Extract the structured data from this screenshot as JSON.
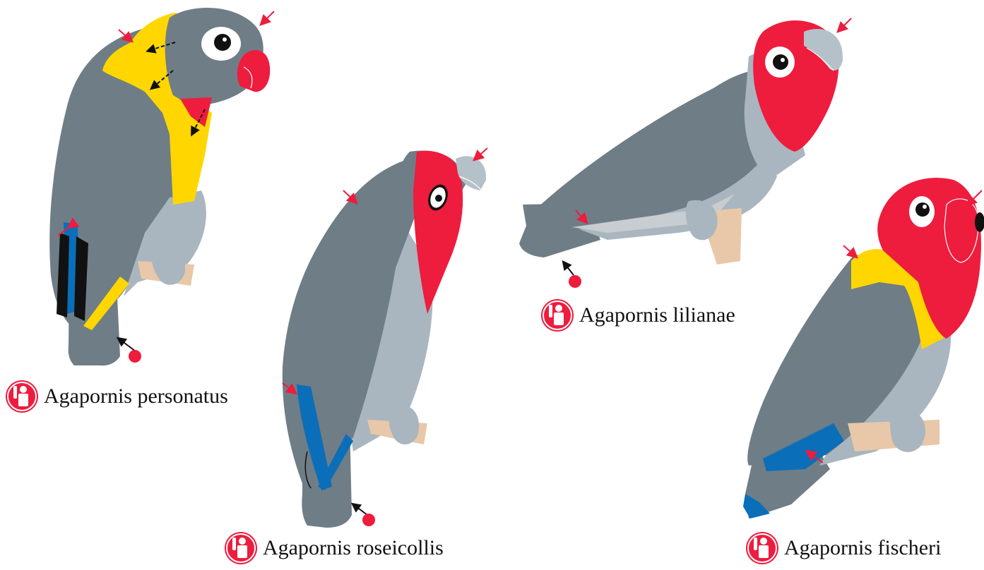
{
  "colors": {
    "grey": "#6f7d86",
    "light_grey": "#a9b6bf",
    "silver": "#c7cdd1",
    "yellow": "#ffd600",
    "red": "#ee1c3d",
    "blue": "#0b6eb8",
    "black": "#111111",
    "feet": "#e8c8a8",
    "beak_grey": "#b5c1c8"
  },
  "icons": {
    "species_badge": "person-with-raised-hand-icon"
  },
  "birds": [
    {
      "name": "Agapornis personatus"
    },
    {
      "name": "Agapornis roseicollis"
    },
    {
      "name": "Agapornis lilianae"
    },
    {
      "name": "Agapornis fischeri"
    }
  ]
}
